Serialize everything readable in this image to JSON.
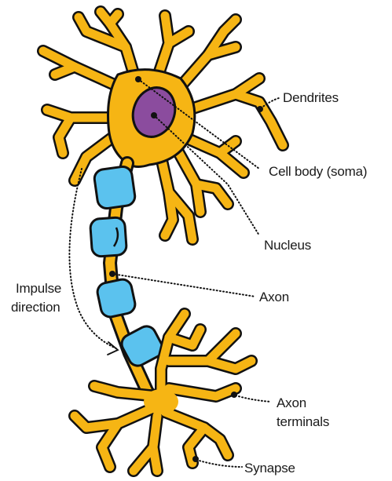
{
  "labels": {
    "dendrites": "Dendrites",
    "cell_body": "Cell body (soma)",
    "nucleus": "Nucleus",
    "axon": "Axon",
    "impulse_line1": "Impulse",
    "impulse_line2": "direction",
    "axon_terminals_line1": "Axon",
    "axon_terminals_line2": "terminals",
    "synapse": "Synapse"
  },
  "colors": {
    "neuron_body": "#F6B514",
    "myelin_sheath": "#5BC2EE",
    "nucleus": "#8B4C9E",
    "outline": "#111111"
  }
}
